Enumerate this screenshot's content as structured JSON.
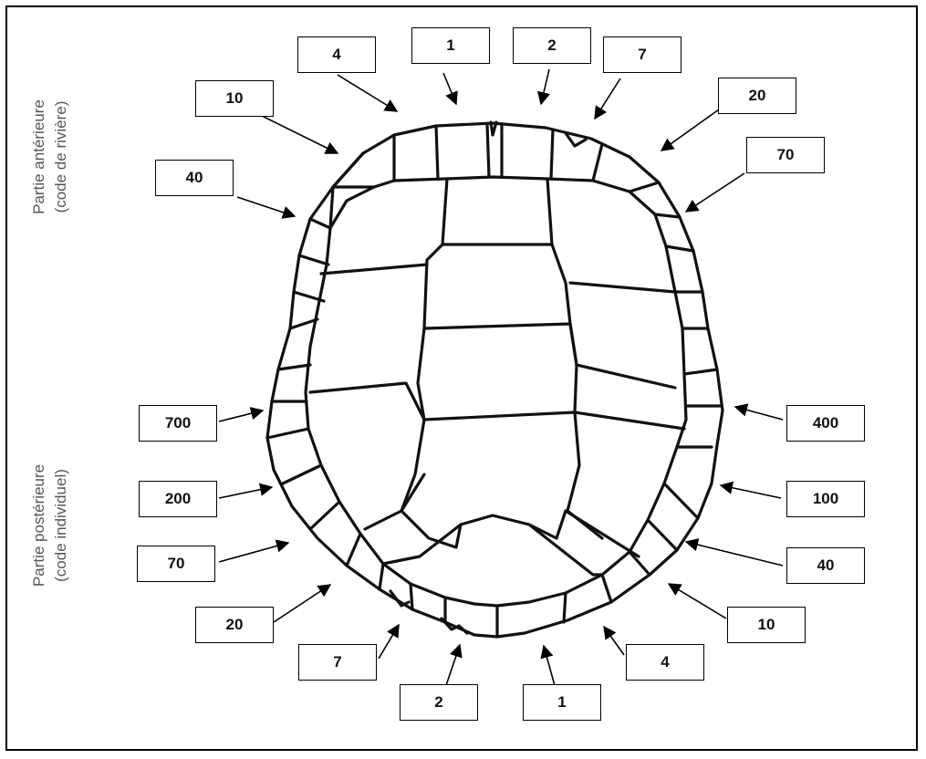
{
  "side_labels": {
    "anterior": {
      "line1": "Partie antérieure",
      "line2": "(code de rivière)"
    },
    "posterior": {
      "line1": "Partie postérieure",
      "line2": "(code individuel)"
    }
  },
  "codes": {
    "top_left_4": "4",
    "top_1": "1",
    "top_2": "2",
    "top_right_7": "7",
    "left_10": "10",
    "right_20": "20",
    "left_40": "40",
    "right_70": "70",
    "left_700": "700",
    "right_400": "400",
    "left_200": "200",
    "right_100": "100",
    "left_70": "70",
    "right_40": "40",
    "left_20": "20",
    "right_10": "10",
    "bottom_left_7": "7",
    "bottom_right_4": "4",
    "bottom_2": "2",
    "bottom_1": "1"
  }
}
